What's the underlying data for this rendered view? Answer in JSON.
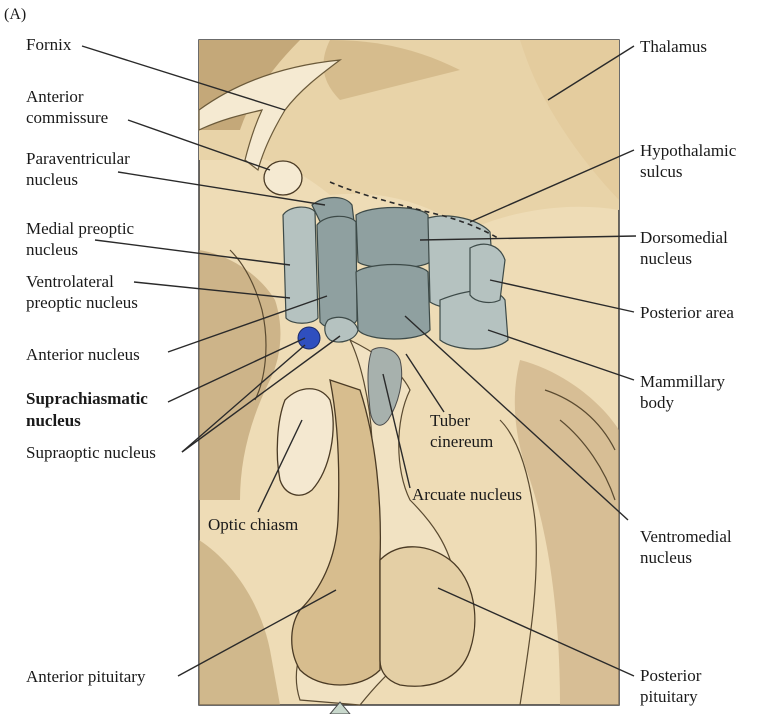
{
  "panel_letter": "(A)",
  "colors": {
    "background": "#f3e6c8",
    "tissue_dark": "#b89a6a",
    "tissue_mid": "#d9c39c",
    "nucleus_gray": "#8fa0a0",
    "nucleus_light": "#b5c2c0",
    "scn_blue": "#2f4fbf",
    "leader": "#2a2a2a"
  },
  "labels": {
    "fornix": "Fornix",
    "anterior_commissure_1": "Anterior",
    "anterior_commissure_2": "commissure",
    "paraventricular_1": "Paraventricular",
    "paraventricular_2": "nucleus",
    "medial_preoptic_1": "Medial preoptic",
    "medial_preoptic_2": "nucleus",
    "ventrolateral_1": "Ventrolateral",
    "ventrolateral_2": "preoptic nucleus",
    "anterior_nucleus": "Anterior nucleus",
    "scn_1": "Suprachiasmatic",
    "scn_2": "nucleus",
    "supraoptic": "Supraoptic nucleus",
    "optic_chiasm": "Optic chiasm",
    "anterior_pituitary": "Anterior pituitary",
    "thalamus": "Thalamus",
    "hypothalamic_sulcus_1": "Hypothalamic",
    "hypothalamic_sulcus_2": "sulcus",
    "dorsomedial_1": "Dorsomedial",
    "dorsomedial_2": "nucleus",
    "posterior_area": "Posterior area",
    "mammillary_1": "Mammillary",
    "mammillary_2": "body",
    "tuber_1": "Tuber",
    "tuber_2": "cinereum",
    "arcuate": "Arcuate nucleus",
    "ventromedial_1": "Ventromedial",
    "ventromedial_2": "nucleus",
    "posterior_pituitary_1": "Posterior",
    "posterior_pituitary_2": "pituitary"
  }
}
